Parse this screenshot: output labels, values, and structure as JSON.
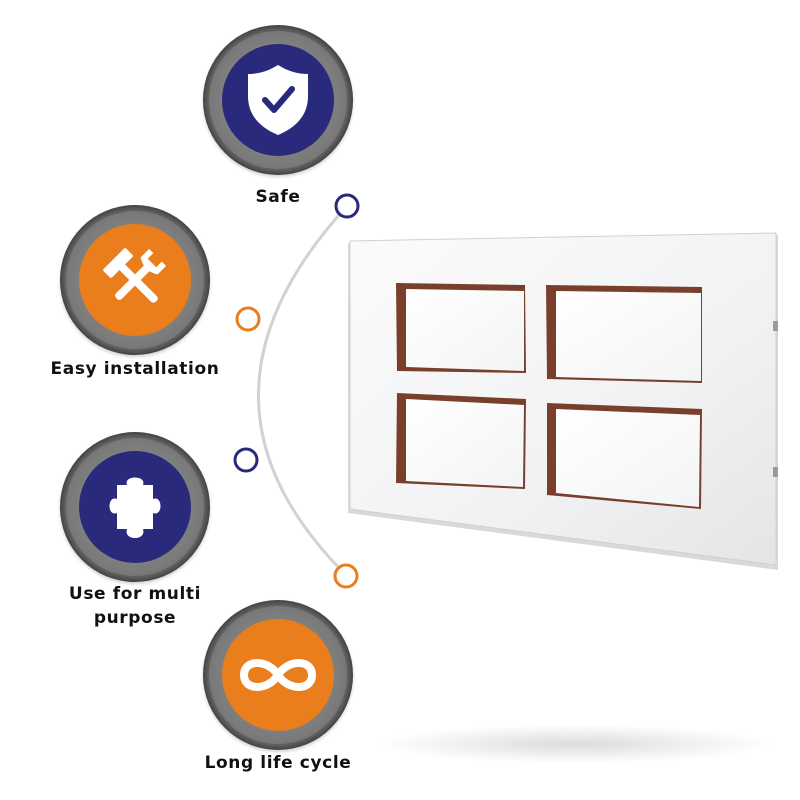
{
  "features": [
    {
      "label": "Safe",
      "icon": "shield-check-icon",
      "color": "#2a2a7c"
    },
    {
      "label": "Easy installation",
      "icon": "tools-icon",
      "color": "#ea7d1c"
    },
    {
      "label": "Use for multi",
      "label_line2": "purpose",
      "icon": "puzzle-piece-icon",
      "color": "#2a2a7c"
    },
    {
      "label": "Long life cycle",
      "icon": "infinity-icon",
      "color": "#ea7d1c"
    }
  ],
  "colors": {
    "navy": "#2a2a7c",
    "orange": "#ea7d1c",
    "ring_grey": "#7b7b7b",
    "plate": "#f4f5f6"
  },
  "product": {
    "name": "switch-cover-plate"
  }
}
